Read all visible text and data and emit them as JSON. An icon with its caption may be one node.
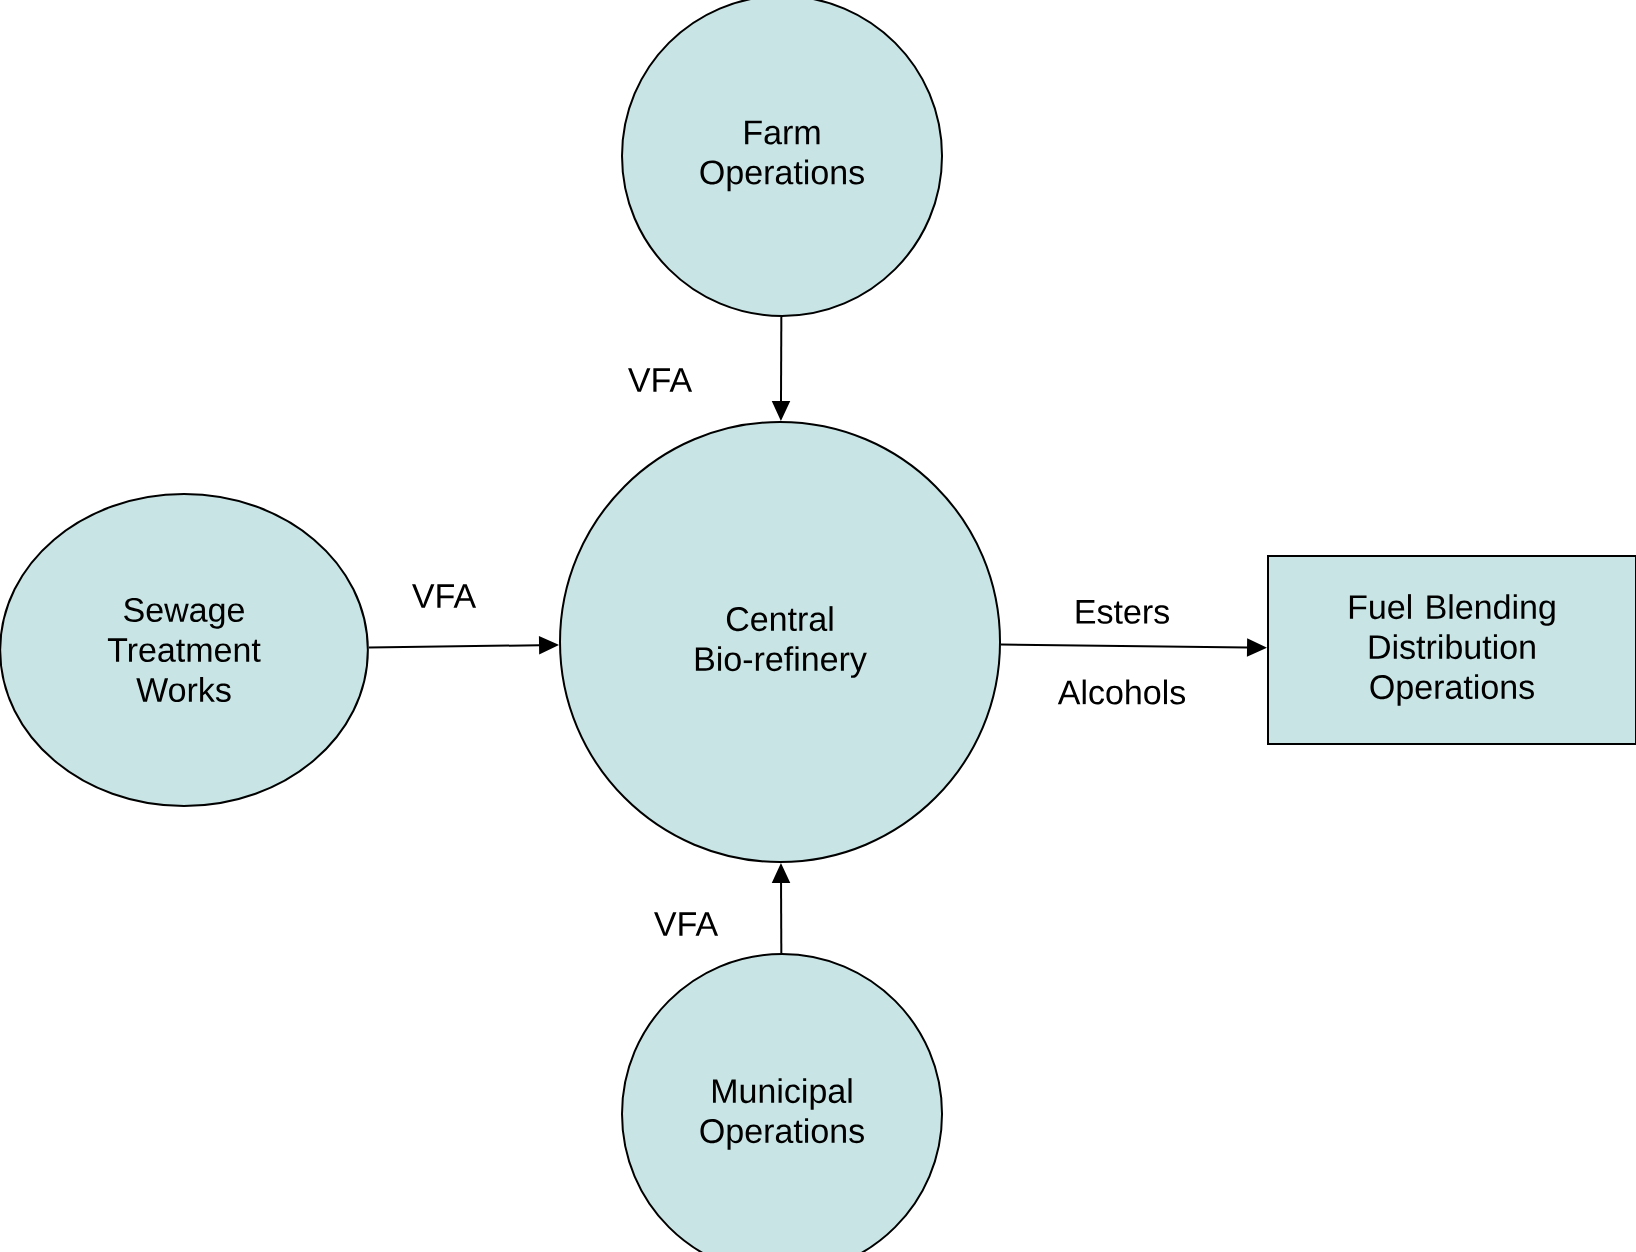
{
  "diagram": {
    "nodes": [
      {
        "text": [
          "Farm Operations"
        ]
      },
      {
        "text": [
          "Sewage Treatment Works"
        ]
      },
      {
        "text": [
          "Central Bio-refinery"
        ]
      },
      {
        "text": [
          "Fuel Blending Distribution Operations"
        ]
      },
      {
        "text": [
          "Municipal Operations"
        ]
      }
    ],
    "edges": [
      {
        "from": 0,
        "to": 2,
        "arrow": "to",
        "label": "VFA"
      },
      {
        "from": 1,
        "to": 2,
        "arrow": "to",
        "label": "VFA"
      },
      {
        "from": 4,
        "to": 2,
        "arrow": "to",
        "label": "VFA"
      },
      {
        "from": 2,
        "to": 3,
        "arrow": "to",
        "label": "Esters"
      }
    ],
    "labels": [
      "Alcohols"
    ]
  }
}
